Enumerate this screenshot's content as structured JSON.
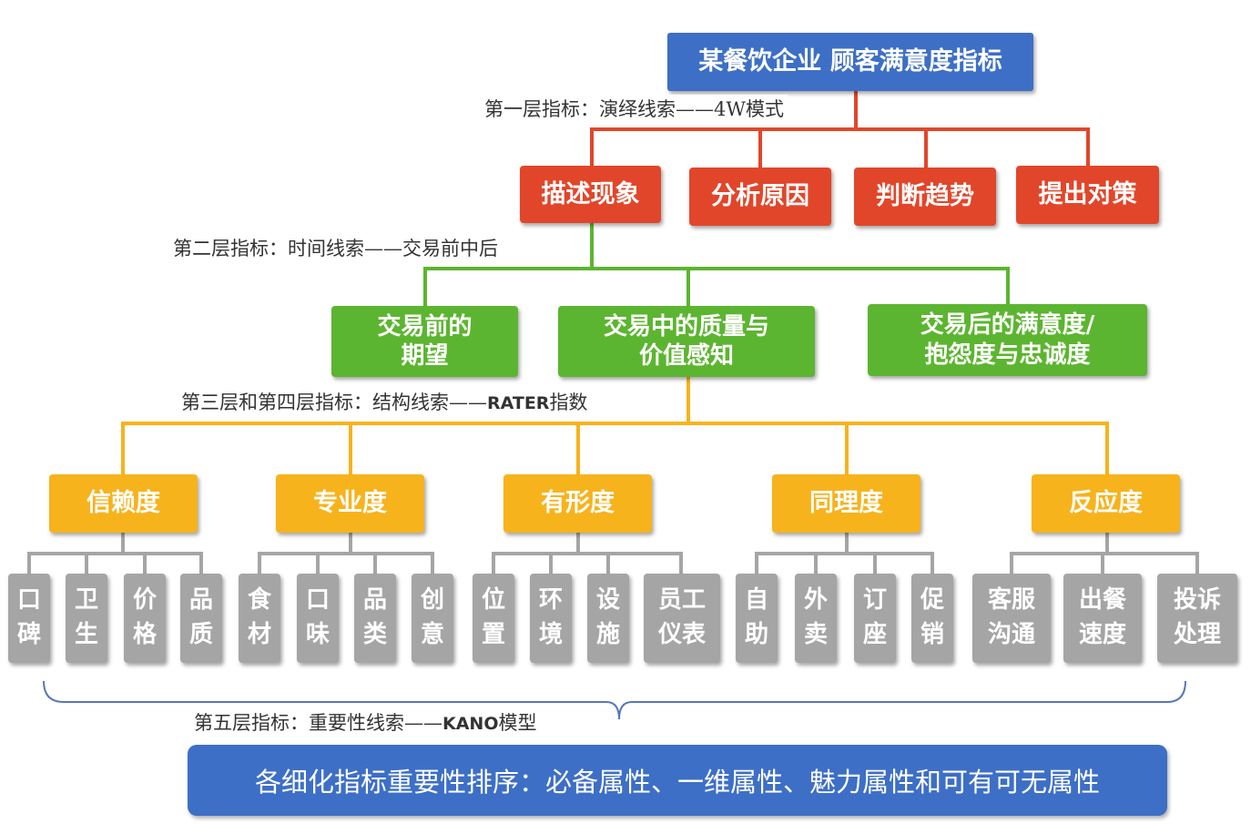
{
  "root": "某餐饮企业 顾客满意度指标",
  "level1": {
    "label_main": "第一层指标：演绎线索——4W模式",
    "items": [
      "描述现象",
      "分析原因",
      "判断趋势",
      "提出对策"
    ]
  },
  "level2": {
    "label_main": "第二层指标：时间线索——交易前中后",
    "items": [
      [
        "交易前的",
        "期望"
      ],
      [
        "交易中的质量与",
        "价值感知"
      ],
      [
        "交易后的满意度/",
        "抱怨度与忠诚度"
      ]
    ]
  },
  "level3": {
    "label_main": "第三层和第四层指标：结构线索——",
    "label_bold": "RATER",
    "label_suffix": "指数",
    "items": [
      "信赖度",
      "专业度",
      "有形度",
      "同理度",
      "反应度"
    ]
  },
  "level4": {
    "groups": [
      [
        [
          "口",
          "碑"
        ],
        [
          "卫",
          "生"
        ],
        [
          "价",
          "格"
        ],
        [
          "品",
          "质"
        ]
      ],
      [
        [
          "食",
          "材"
        ],
        [
          "口",
          "味"
        ],
        [
          "品",
          "类"
        ],
        [
          "创",
          "意"
        ]
      ],
      [
        [
          "位",
          "置"
        ],
        [
          "环",
          "境"
        ],
        [
          "设",
          "施"
        ],
        [
          "员工",
          "仪表"
        ]
      ],
      [
        [
          "自",
          "助"
        ],
        [
          "外",
          "卖"
        ],
        [
          "订",
          "座"
        ],
        [
          "促",
          "销"
        ]
      ],
      [
        [
          "客服",
          "沟通"
        ],
        [
          "出餐",
          "速度"
        ],
        [
          "投诉",
          "处理"
        ]
      ]
    ]
  },
  "level5": {
    "label_main": "第五层指标：重要性线索——",
    "label_bold": "KANO",
    "label_suffix": "模型"
  },
  "bottom_banner": "各细化指标重要性排序：必备属性、一维属性、魅力属性和可有可无属性",
  "colors": {
    "root": "#3d6fc6",
    "level1": "#e2462a",
    "level2": "#5cb530",
    "level3": "#f7b31c",
    "level4": "#a5a5a5",
    "banner": "#3d6fc6"
  }
}
